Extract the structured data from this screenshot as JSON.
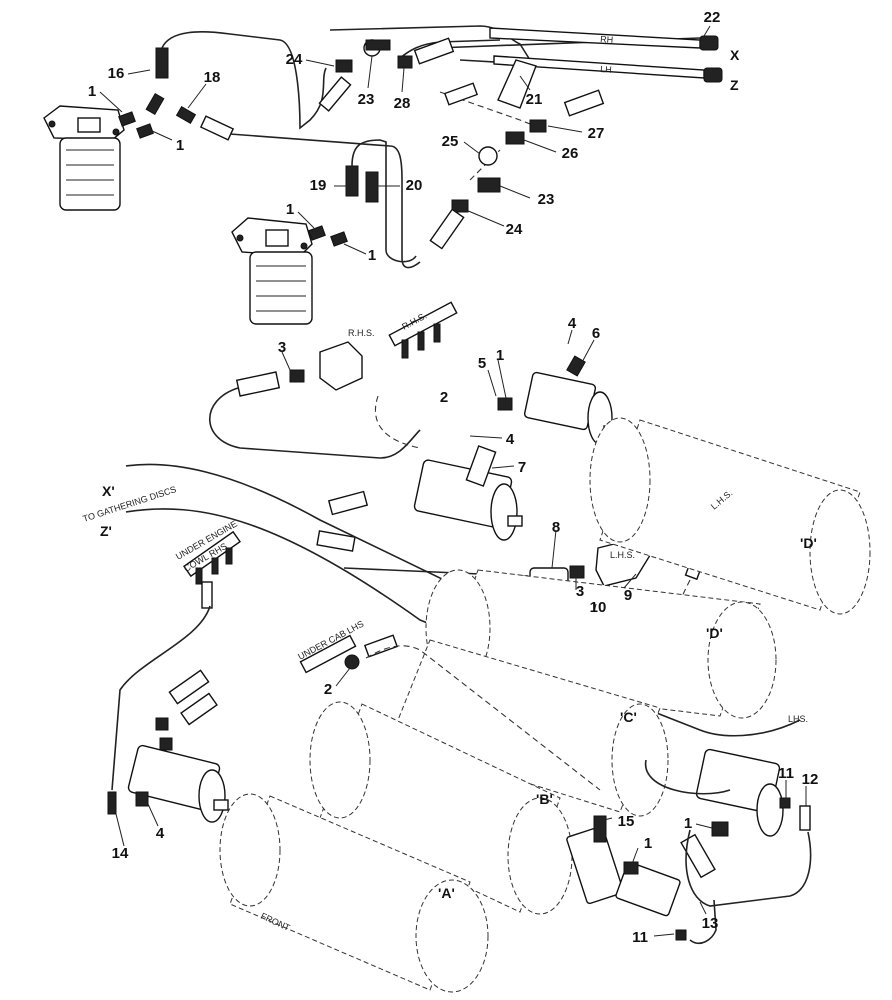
{
  "callouts": {
    "n1a": "1",
    "n1b": "1",
    "n1c": "1",
    "n1d": "1",
    "n1e": "1",
    "n1f": "1",
    "n1g": "1",
    "n2a": "2",
    "n2b": "2",
    "n3a": "3",
    "n3b": "3",
    "n4a": "4",
    "n4b": "4",
    "n4c": "4",
    "n5": "5",
    "n6": "6",
    "n7": "7",
    "n8": "8",
    "n9": "9",
    "n10": "10",
    "n11a": "11",
    "n11b": "11",
    "n12": "12",
    "n13": "13",
    "n14": "14",
    "n15": "15",
    "n16": "16",
    "n18": "18",
    "n19": "19",
    "n20": "20",
    "n21": "21",
    "n22": "22",
    "n23a": "23",
    "n23b": "23",
    "n24a": "24",
    "n24b": "24",
    "n25": "25",
    "n26": "26",
    "n27": "27",
    "n28": "28"
  },
  "labels": {
    "rh": "RH",
    "lh": "LH",
    "x_end": "X",
    "z_end": "Z",
    "x_prime": "X'",
    "z_prime": "Z'",
    "to_gathering": "TO GATHERING DISCS",
    "under_engine": "UNDER ENGINE",
    "cowl_rhs": "COWL RHS",
    "under_cab": "UNDER CAB LHS",
    "rhs_top": "R.H.S.",
    "rhs_block": "R.H.S.",
    "lhs_block": "L.H.S.",
    "lhs_manifold": "L.H.S.",
    "lhs_side": "LHS.",
    "front": "FRONT",
    "reel_a": "'A'",
    "reel_b": "'B'",
    "reel_c": "'C'",
    "reel_d1": "'D'",
    "reel_d2": "'D'"
  }
}
